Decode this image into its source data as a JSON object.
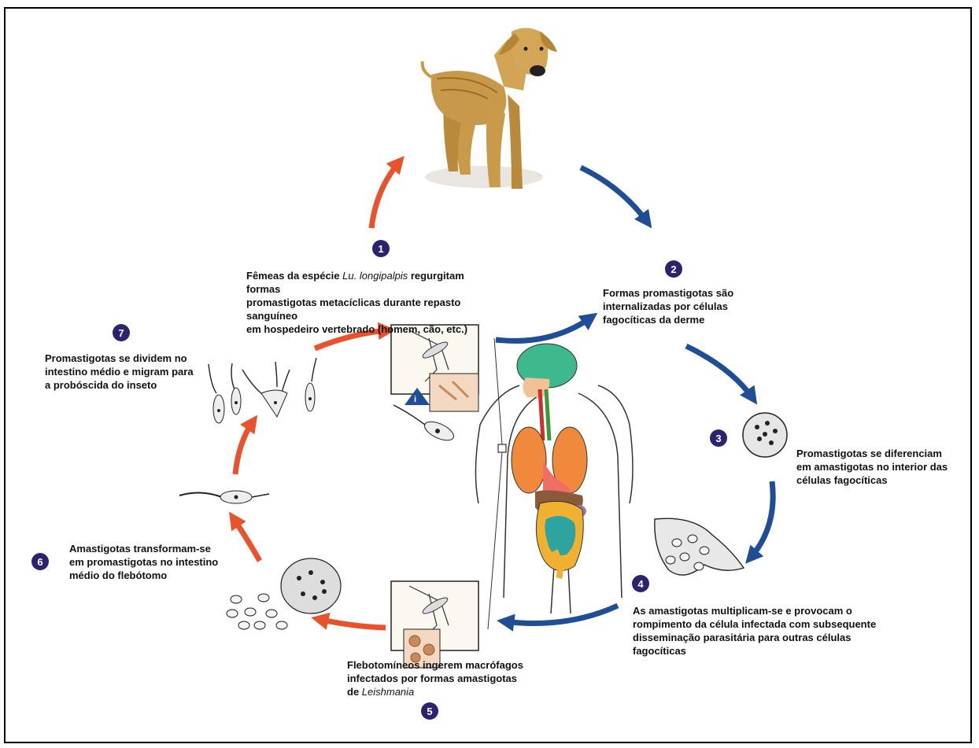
{
  "colors": {
    "badge": "#2b2370",
    "forward_arrow": "#e8522c",
    "back_arrow": "#1f4e96",
    "frame": "#000000"
  },
  "steps": [
    {
      "number": "1",
      "pre": "Fêmeas da espécie ",
      "italic": "Lu. longipalpis",
      "post": " regurgitam formas\npromastigotas metacíclicas durante repasto sanguíneo\nem hospedeiro vertebrado (homem, cão, etc.)"
    },
    {
      "number": "2",
      "text": "Formas promastigotas são\ninternalizadas por células\nfagocíticas da derme"
    },
    {
      "number": "3",
      "text": "Promastigotas se diferenciam\nem amastigotas no interior das\ncélulas fagocíticas"
    },
    {
      "number": "4",
      "text": "As amastigotas multiplicam-se e provocam o\nrompimento da célula infectada com subsequente\ndisseminação parasitária para outras células\nfagocíticas"
    },
    {
      "number": "5",
      "text": "Flebotomíneos ingerem macrófagos\ninfectados por formas amastigotas\nde ",
      "italic": "Leishmania"
    },
    {
      "number": "6",
      "text": "Amastigotas transformam-se\nem promastigotas no intestino\nmédio do flebótomo"
    },
    {
      "number": "7",
      "text": "Promastigotas se dividem no\nintestino médio e migram para\na probóscida do inseto"
    }
  ],
  "infective_stage_marker": "i"
}
